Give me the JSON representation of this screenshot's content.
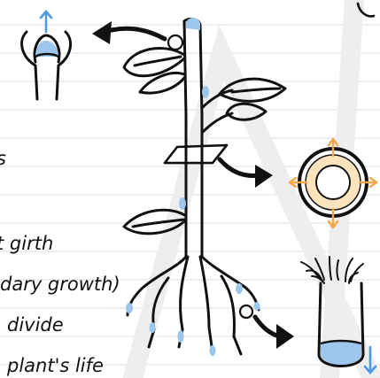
{
  "text_fragments": [
    {
      "id": "frag-s",
      "text": "s"
    },
    {
      "id": "frag-girth",
      "text": "t girth"
    },
    {
      "id": "frag-growth",
      "text": "dary growth)"
    },
    {
      "id": "frag-divide",
      "text": "divide"
    },
    {
      "id": "frag-life",
      "text": "plant's life"
    }
  ],
  "colors": {
    "accent_blue": "#9dc6ec",
    "arrow_blue": "#4f9ae0",
    "orange": "#f4a54a",
    "ring_fill": "#fbe3bd",
    "ink": "#111111",
    "ruled_line": "#e4e4e4",
    "watermark": "#eeeeee"
  }
}
